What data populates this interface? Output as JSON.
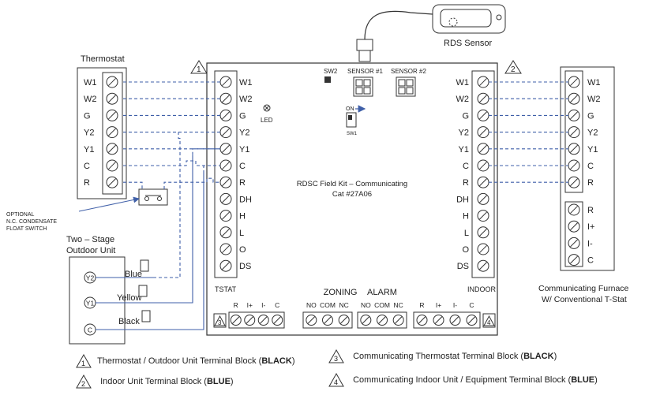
{
  "sensor": {
    "label": "RDS Sensor"
  },
  "thermostat": {
    "title": "Thermostat",
    "terminals": [
      "W1",
      "W2",
      "G",
      "Y2",
      "Y1",
      "C",
      "R"
    ]
  },
  "board": {
    "title_line1": "RDSC Field Kit – Communicating",
    "title_line2": "Cat #27A06",
    "sw2": "SW2",
    "sensor1": "SENSOR #1",
    "sensor2": "SENSOR #2",
    "led": "LED",
    "on": "ON",
    "sw1": "SW1",
    "tstat_label": "TSTAT",
    "indoor_label": "INDOOR",
    "tstat_terminals": [
      "W1",
      "W2",
      "G",
      "Y2",
      "Y1",
      "C",
      "R",
      "DH",
      "H",
      "L",
      "O",
      "DS"
    ],
    "indoor_terminals": [
      "W1",
      "W2",
      "G",
      "Y2",
      "Y1",
      "C",
      "R",
      "DH",
      "H",
      "L",
      "O",
      "DS"
    ],
    "zoning": "ZONING",
    "alarm": "ALARM",
    "block3_labels": [
      "R",
      "I+",
      "I-",
      "C"
    ],
    "zoning_labels": [
      "NO",
      "COM",
      "NC"
    ],
    "alarm_labels": [
      "NO",
      "COM",
      "NC"
    ],
    "block4_labels": [
      "R",
      "I+",
      "I-",
      "C"
    ]
  },
  "badges": {
    "b1": "1",
    "b2": "2",
    "b3": "3",
    "b4": "4"
  },
  "float_switch": {
    "line1": "OPTIONAL",
    "line2": "N.C. CONDENSATE",
    "line3": "FLOAT SWITCH"
  },
  "outdoor": {
    "title_line1": "Two – Stage",
    "title_line2": "Outdoor Unit",
    "terminals": [
      "Y2",
      "Y1",
      "C"
    ],
    "wire_blue": "Blue",
    "wire_yellow": "Yellow",
    "wire_black": "Black"
  },
  "furnace": {
    "terminals_top": [
      "W1",
      "W2",
      "G",
      "Y2",
      "Y1",
      "C",
      "R"
    ],
    "terminals_bottom": [
      "R",
      "I+",
      "I-",
      "C"
    ],
    "label_line1": "Communicating Furnace",
    "label_line2": "W/ Conventional T-Stat"
  },
  "legend": {
    "item1_text": "Thermostat / Outdoor Unit Terminal Block (",
    "item1_bold": "BLACK",
    "item2_text": "Indoor Unit Terminal Block (",
    "item2_bold": "BLUE",
    "item3_text": "Communicating Thermostat Terminal Block (",
    "item3_bold": "BLACK",
    "item4_text": "Communicating Indoor Unit / Equipment Terminal Block (",
    "item4_bold": "BLUE",
    "close": ")"
  },
  "colors": {
    "line": "#333333",
    "wire": "#3f5fa8",
    "badge_fill": "#ffffff"
  }
}
